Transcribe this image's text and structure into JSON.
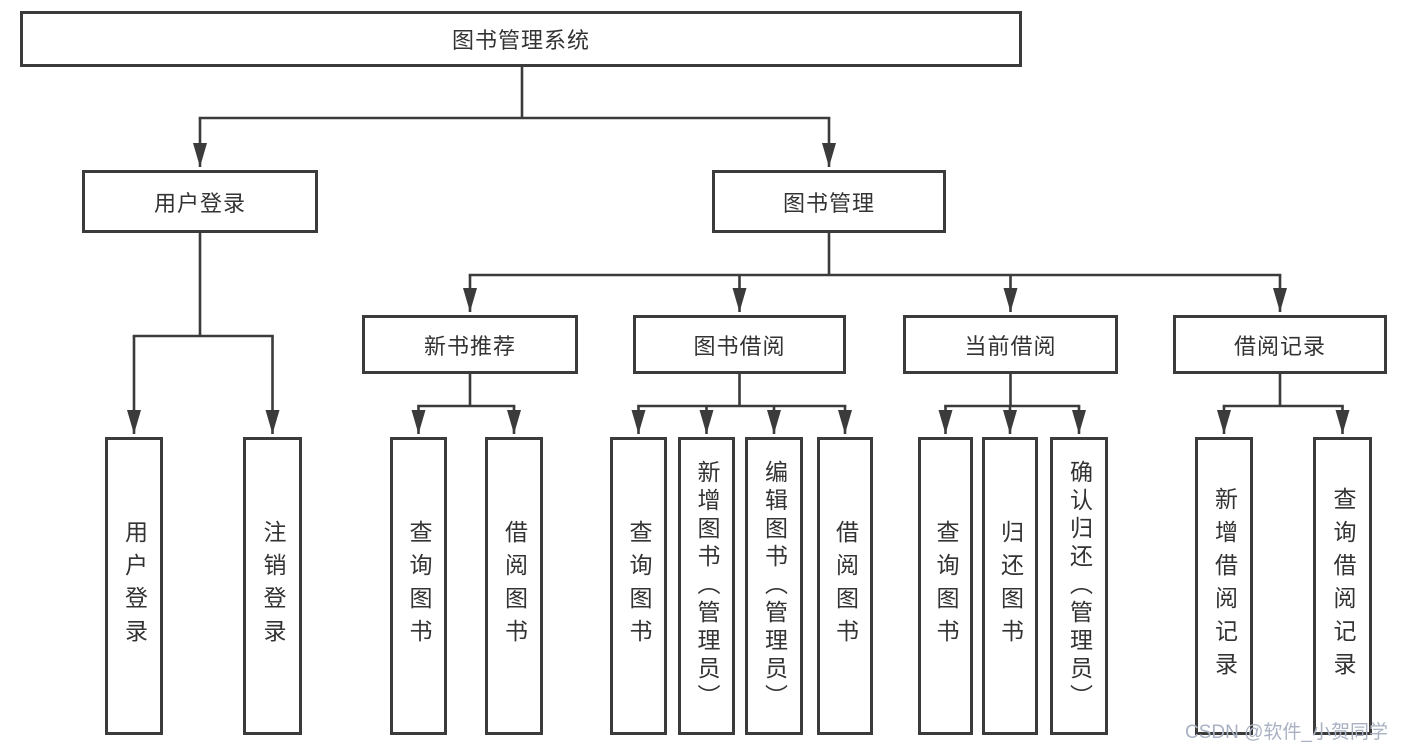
{
  "diagram": {
    "type": "hierarchy-tree",
    "root": {
      "label": "图书管理系统"
    },
    "level2": [
      {
        "label": "用户登录",
        "parent": "图书管理系统"
      },
      {
        "label": "图书管理",
        "parent": "图书管理系统"
      }
    ],
    "level3": [
      {
        "label": "新书推荐",
        "parent": "图书管理"
      },
      {
        "label": "图书借阅",
        "parent": "图书管理"
      },
      {
        "label": "当前借阅",
        "parent": "图书管理"
      },
      {
        "label": "借阅记录",
        "parent": "图书管理"
      }
    ],
    "leaves": [
      {
        "label": "用户登录",
        "parent": "用户登录"
      },
      {
        "label": "注销登录",
        "parent": "用户登录"
      },
      {
        "label": "查询图书",
        "parent": "新书推荐"
      },
      {
        "label": "借阅图书",
        "parent": "新书推荐"
      },
      {
        "label": "查询图书",
        "parent": "图书借阅"
      },
      {
        "label": "新增图书（管理员）",
        "parent": "图书借阅"
      },
      {
        "label": "编辑图书（管理员）",
        "parent": "图书借阅"
      },
      {
        "label": "借阅图书",
        "parent": "图书借阅"
      },
      {
        "label": "查询图书",
        "parent": "当前借阅"
      },
      {
        "label": "归还图书",
        "parent": "当前借阅"
      },
      {
        "label": "确认归还（管理员）",
        "parent": "当前借阅"
      },
      {
        "label": "新增借阅记录",
        "parent": "借阅记录"
      },
      {
        "label": "查询借阅记录",
        "parent": "借阅记录"
      }
    ],
    "watermark": "CSDN @软件_小贺同学",
    "colors": {
      "line": "#3b3b3b",
      "text": "#333333",
      "bg": "#ffffff",
      "watermark": "#a9b1c2"
    }
  }
}
